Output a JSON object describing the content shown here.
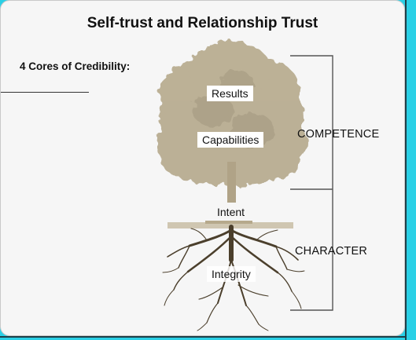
{
  "title": "Self-trust and Relationship Trust",
  "subtitle": "4 Cores of Credibility:",
  "tree_labels": {
    "results": "Results",
    "capabilities": "Capabilities",
    "intent": "Intent",
    "integrity": "Integrity"
  },
  "groups": {
    "competence": "COMPETENCE",
    "character": "CHARACTER"
  },
  "colors": {
    "background": "#2ad0e6",
    "card": "#f6f6f6",
    "tree": "#b7ab8e",
    "roots": "#4b3f2c",
    "bracket": "#555555"
  }
}
